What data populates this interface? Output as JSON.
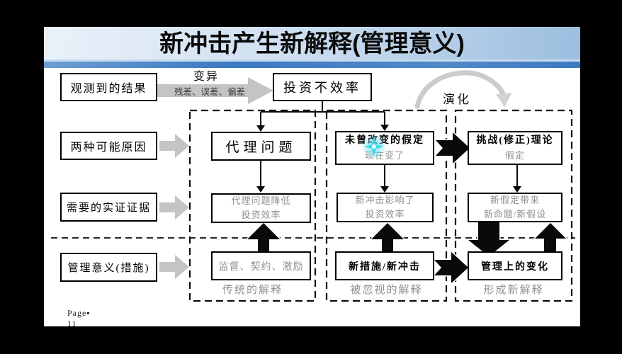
{
  "slide": {
    "title": "新冲击产生新解释(管理意义)",
    "page_label": "Page▪ 11"
  },
  "top_flow": {
    "observed_box": "观测到的结果",
    "variation_label": "变异",
    "variation_arrow_text": "残差、误差、偏差",
    "inefficiency_box": "投资不效率",
    "evolution_label": "演化"
  },
  "left_rows": [
    {
      "label": "两种可能原因"
    },
    {
      "label": "需要的实证证据"
    },
    {
      "label": "管理意义(措施)"
    }
  ],
  "columns": [
    {
      "cause_line1": "代理问题",
      "cause_line2": "",
      "evidence_line1": "代理问题降低",
      "evidence_line2": "投资效率",
      "measure": "监督、契约、激励",
      "footer": "传统的解释"
    },
    {
      "cause_line1": "未曾改变的假定",
      "cause_line2": "现在变了",
      "evidence_line1": "新冲击影响了",
      "evidence_line2": "投资效率",
      "measure": "新措施/新冲击",
      "footer": "被忽视的解释"
    },
    {
      "cause_line1": "挑战(修正)理论",
      "cause_line2": "假定",
      "evidence_line1": "新假定带来",
      "evidence_line2": "新命题/新假设",
      "measure": "管理上的变化",
      "footer": "形成新解释"
    }
  ],
  "colors": {
    "accent_stripe": "#3b7ac0",
    "title_band_start": "#eaf1f9",
    "title_band_end": "#9cbedf",
    "gray_arrow": "#c4c4c4",
    "gray_text": "#8f8f8f",
    "cursor": "#2fd5ea",
    "line_black": "#0a0a0a"
  }
}
